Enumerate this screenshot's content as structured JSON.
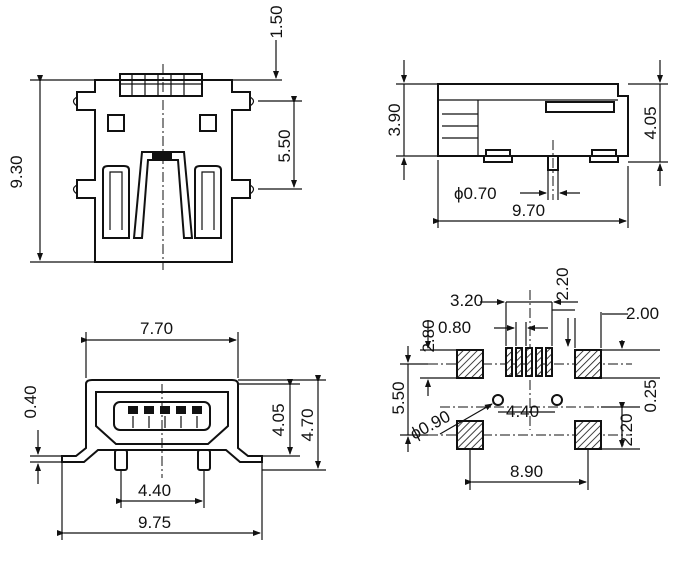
{
  "front_view": {
    "dim_top": "1.50",
    "dim_pitch": "5.50",
    "dim_height": "9.30"
  },
  "side_view": {
    "dim_height_left": "3.90",
    "dim_height_right": "4.05",
    "dim_pin_dia": "ϕ0.70",
    "dim_length": "9.70"
  },
  "bottom_view": {
    "dim_inner_width": "7.70",
    "dim_shell_offset": "0.40",
    "dim_opening_h": "4.05",
    "dim_total_h": "4.70",
    "dim_peg_spacing": "4.40",
    "dim_total_width": "9.75"
  },
  "footprint": {
    "dim_pad_span": "3.20",
    "dim_pitch": "0.80",
    "dim_pad_len": "2.20",
    "dim_pad_w": "2.00",
    "dim_pad_h": "2.80",
    "dim_gap": "0.25",
    "dim_vert": "5.50",
    "dim_hole_dia": "ϕ0.90",
    "dim_hole_spacing": "4.40",
    "dim_pad_h2": "2.20",
    "dim_total_w": "8.90"
  }
}
